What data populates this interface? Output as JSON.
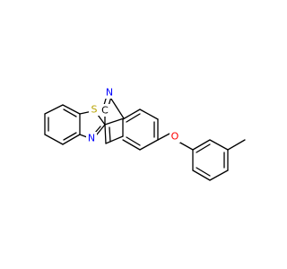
{
  "molecule": {
    "atoms": [
      {
        "label": "S",
        "color": "#b8a300"
      },
      {
        "label": "N",
        "color": "#0000ff"
      },
      {
        "label": "N",
        "color": "#0000ff"
      },
      {
        "label": "O",
        "color": "#ff0000"
      },
      {
        "label": "C",
        "color": "#000000"
      }
    ]
  }
}
